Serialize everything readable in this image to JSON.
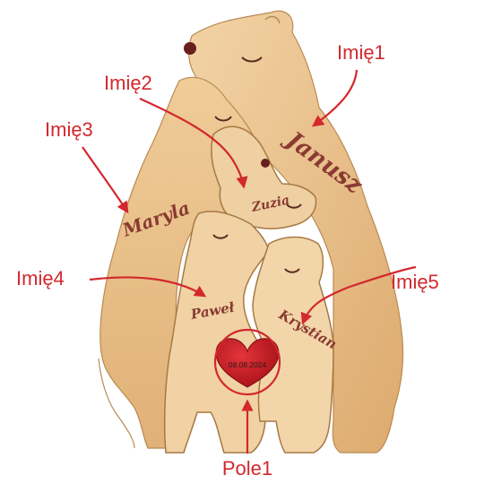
{
  "image": {
    "callouts": {
      "imie1": "Imię1",
      "imie2": "Imię2",
      "imie3": "Imię3",
      "imie4": "Imię4",
      "imie5": "Imię5",
      "pole1": "Pole1"
    },
    "engraved_names": {
      "janusz": "Janusz",
      "zuzia": "Zuzia",
      "maryla": "Maryla",
      "pawel": "Paweł",
      "krystian": "Krystian"
    },
    "heart_date": "08.08.2024",
    "colors": {
      "callout_red": "#d3282d",
      "wood": "#e9c08c",
      "wood_dark": "#c9945a",
      "engraving": "#8a3a32",
      "heart": "#c4161c"
    }
  }
}
